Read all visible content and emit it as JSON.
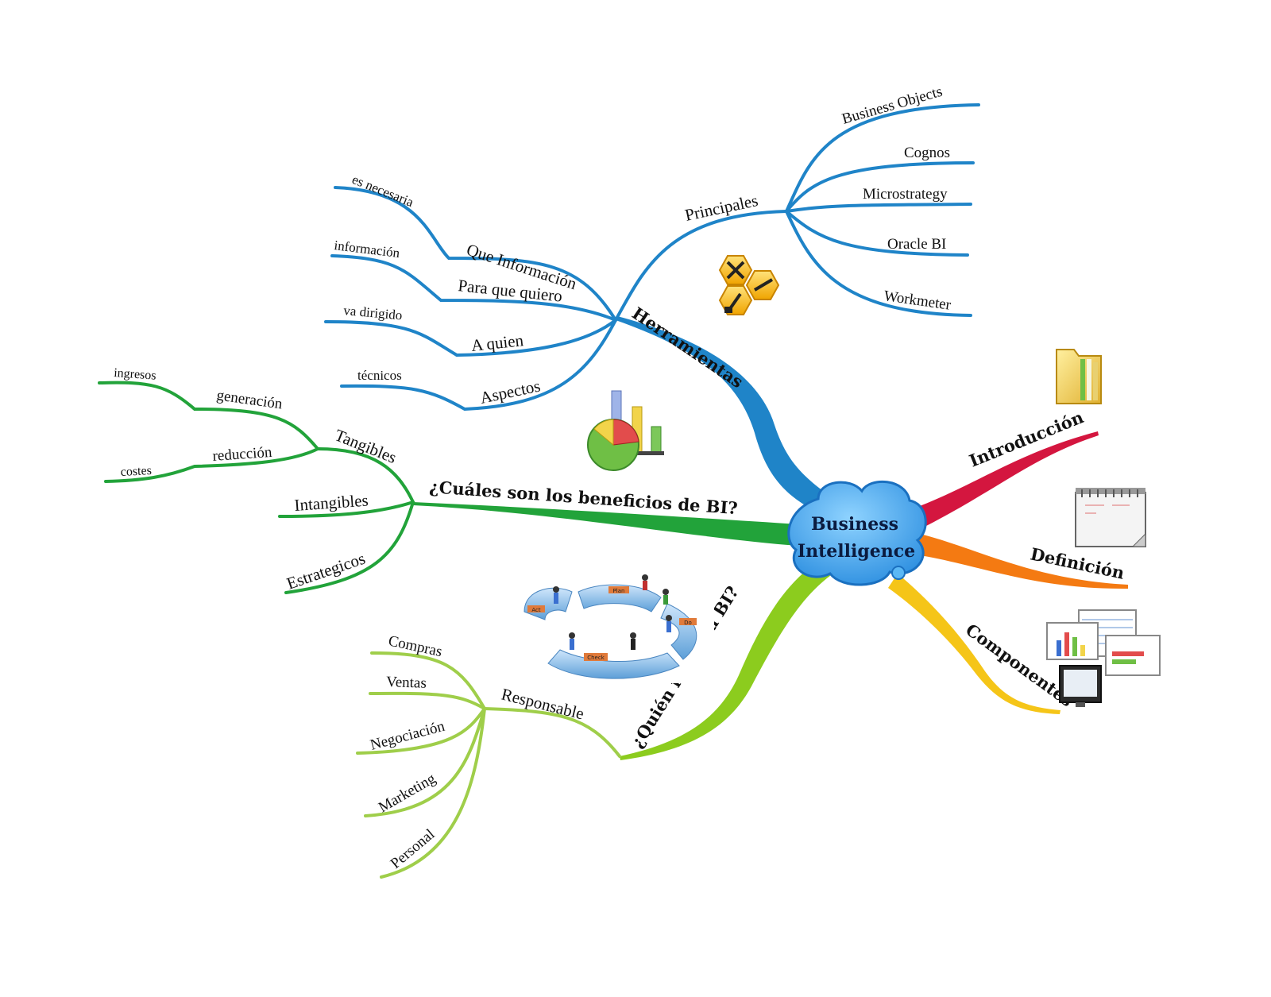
{
  "colors": {
    "herramientas": "#1f84c8",
    "beneficios": "#22a33a",
    "quien": "#8ccc1e",
    "quien_light": "#9fce4a",
    "introduccion": "#d4163f",
    "definicion": "#f47a12",
    "componentes": "#f5c518",
    "cloud": "#3fa9f5",
    "cloud_stroke": "#1a70c0"
  },
  "center": {
    "line1": "Business",
    "line2": "Intelligence"
  },
  "branches": {
    "herramientas": {
      "label": "Herramientas",
      "principales": {
        "label": "Principales",
        "items": [
          "Business Objects",
          "Cognos",
          "Microstrategy",
          "Oracle BI",
          "Workmeter"
        ]
      },
      "que_informacion": {
        "label": "Que Información",
        "sub": "es necesaria"
      },
      "para_que": {
        "label": "Para que quiero",
        "sub": "información"
      },
      "a_quien": {
        "label": "A quien",
        "sub": "va dirigido"
      },
      "aspectos": {
        "label": "Aspectos",
        "sub": "técnicos"
      }
    },
    "beneficios": {
      "label": "¿Cuáles son los beneficios de BI?",
      "tangibles": {
        "label": "Tangibles",
        "generacion": {
          "label": "generación",
          "sub": "ingresos"
        },
        "reduccion": {
          "label": "reducción",
          "sub": "costes"
        }
      },
      "intangibles": "Intangibles",
      "estrategicos": "Estrategicos"
    },
    "quien": {
      "label": "¿Quién necesita BI?",
      "responsable": {
        "label": "Responsable",
        "items": [
          "Compras",
          "Ventas",
          "Negociación",
          "Marketing",
          "Personal"
        ]
      }
    },
    "introduccion": "Introducción",
    "definicion": "Definición",
    "componentes": "Componentes"
  },
  "illustration": {
    "cycle_steps": [
      "Act",
      "Plan",
      "Do",
      "Check"
    ]
  },
  "icons": [
    "tools-icon",
    "pie-chart-icon",
    "pdca-cycle-illustration",
    "folder-icon",
    "notepad-icon",
    "screens-icon"
  ]
}
